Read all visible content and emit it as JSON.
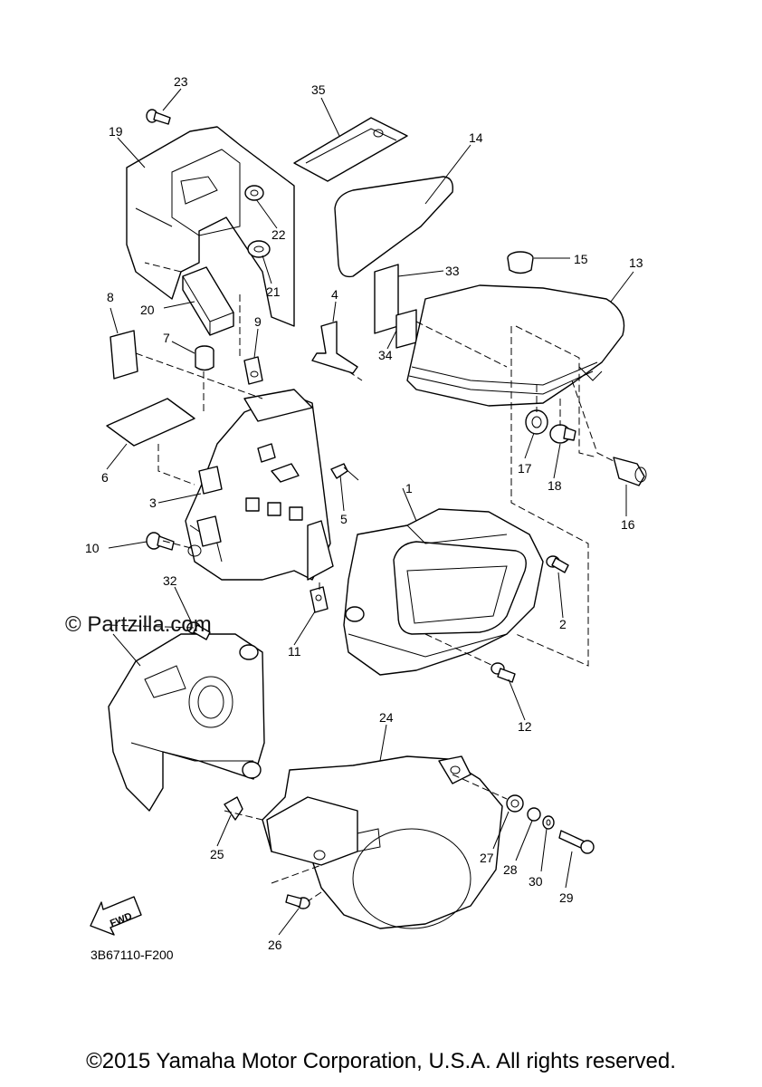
{
  "diagram": {
    "part_numbers": [
      "1",
      "2",
      "3",
      "4",
      "5",
      "6",
      "7",
      "8",
      "9",
      "10",
      "11",
      "12",
      "13",
      "14",
      "15",
      "16",
      "17",
      "18",
      "19",
      "20",
      "21",
      "22",
      "23",
      "24",
      "25",
      "26",
      "27",
      "28",
      "29",
      "30",
      "32",
      "33",
      "34",
      "35"
    ],
    "fwd_label": "FWD",
    "drawing_code": "3B67110-F200"
  },
  "watermark": "© Partzilla.com",
  "footer": "©2015 Yamaha Motor Corporation, U.S.A. All rights reserved."
}
